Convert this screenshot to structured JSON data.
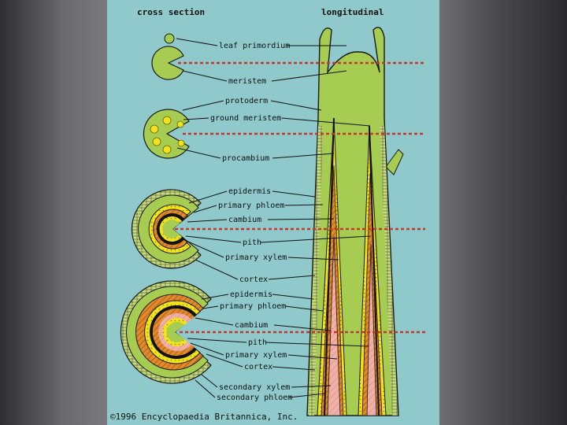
{
  "headers": {
    "cross_section": "cross section",
    "longitudinal": "longitudinal"
  },
  "labels": {
    "leaf_primordium": "leaf primordium",
    "meristem": "meristem",
    "protoderm": "protoderm",
    "ground_meristem": "ground meristem",
    "procambium": "procambium",
    "epidermis_1": "epidermis",
    "primary_phloem_1": "primary phloem",
    "cambium_1": "cambium",
    "pith_1": "pith",
    "primary_xylem_1": "primary xylem",
    "cortex_1": "cortex",
    "epidermis_2": "epidermis",
    "primary_phloem_2": "primary phloem",
    "cambium_2": "cambium",
    "pith_2": "pith",
    "primary_xylem_2": "primary xylem",
    "cortex_2": "cortex",
    "secondary_xylem": "secondary xylem",
    "secondary_phloem": "secondary phloem"
  },
  "copyright": "©1996 Encyclopaedia Britannica, Inc.",
  "colors": {
    "panel": "#8fc9cb",
    "tissue_green": "#a6cc52",
    "outline": "#1a1a1a",
    "yellow": "#f2e21a",
    "orange": "#e08a2a",
    "pink": "#f0b0a8",
    "section_line": "#c0392b"
  }
}
